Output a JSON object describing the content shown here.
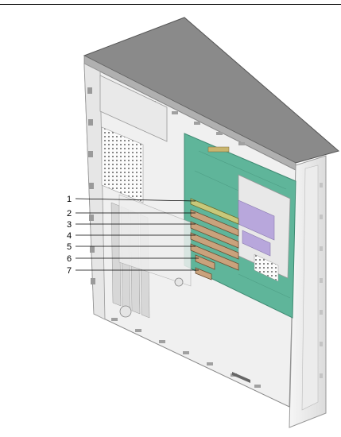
{
  "figure": {
    "callouts": [
      {
        "label": "1"
      },
      {
        "label": "2"
      },
      {
        "label": "3"
      },
      {
        "label": "4"
      },
      {
        "label": "5"
      },
      {
        "label": "6"
      },
      {
        "label": "7"
      }
    ],
    "colors": {
      "motherboard": "#5fb59a",
      "pci_slot": "#c9a27c",
      "agp_slot": "#c8c87a",
      "chassis": "#f2f2f2",
      "chassis_top": "#8c8c8c",
      "drive_cage": "#b8a7dc"
    }
  }
}
